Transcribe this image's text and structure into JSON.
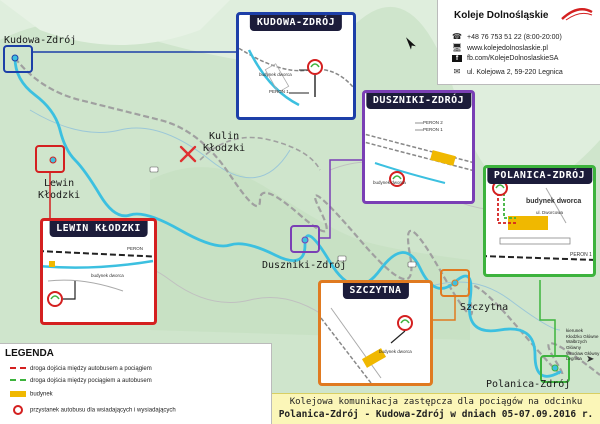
{
  "places": {
    "kudowa": "Kudowa-Zdrój",
    "lewin": "Lewin\nKłodzki",
    "kulin": "Kulin\nKłodzki",
    "duszniki": "Duszniki-Zdrój",
    "szczytna": "Szczytna",
    "polanica": "Polanica-Zdrój"
  },
  "insets": {
    "kudowa": {
      "title": "KUDOWA-ZDRÓJ",
      "label_station": "budynek dworca",
      "label_platform": "PERON 1",
      "color": "#1d3fa8"
    },
    "duszniki": {
      "title": "DUSZNIKI-ZDRÓJ",
      "label_station": "budynek dworca",
      "label_p1": "PERON 1",
      "label_p2": "PERON 2",
      "color": "#7a3fb5"
    },
    "polanica": {
      "title": "POLANICA-ZDRÓJ",
      "label_station": "budynek dworca",
      "label_platform": "PERON 1",
      "label_street": "ul. Dworcowa",
      "color": "#3db33d"
    },
    "lewin": {
      "title": "LEWIN KŁODZKI",
      "label_station": "budynek dworca",
      "label_platform": "PERON",
      "color": "#d42020"
    },
    "szczytna": {
      "title": "SZCZYTNA",
      "label_station": "budynek dworca",
      "color": "#e07a20"
    }
  },
  "brand": {
    "name": "Koleje Dolnośląskie",
    "phone": "+48 76 753 51 22 (8:00-20:00)",
    "web": "www.kolejedolnoslaskie.pl",
    "facebook": "fb.com/KolejeDolnoslaskieSA",
    "address": "ul. Kolejowa 2, 59-220 Legnica",
    "accent": "#d42020"
  },
  "legend": {
    "title": "LEGENDA",
    "items": [
      "droga dojścia między autobusem a pociągiem",
      "droga dojścia między pociągiem a autobusem",
      "budynek",
      "przystanek autobusu dla wsiadających i wysiadających"
    ]
  },
  "direction": {
    "lines": [
      "kierunek",
      "Kłodzko Główne",
      "Wałbrzych Główny",
      "Wrocław Główny",
      "Legnica"
    ]
  },
  "banner": {
    "line1": "Kolejowa komunikacja zastępcza dla pociągów na odcinku",
    "line2": "Polanica-Zdrój - Kudowa-Zdrój w dniach 05-07.09.2016 r."
  },
  "colors": {
    "route": "#3cc0e0",
    "rail": "#999999",
    "building": "#f0b800",
    "cancel_mark": "#e03030"
  }
}
